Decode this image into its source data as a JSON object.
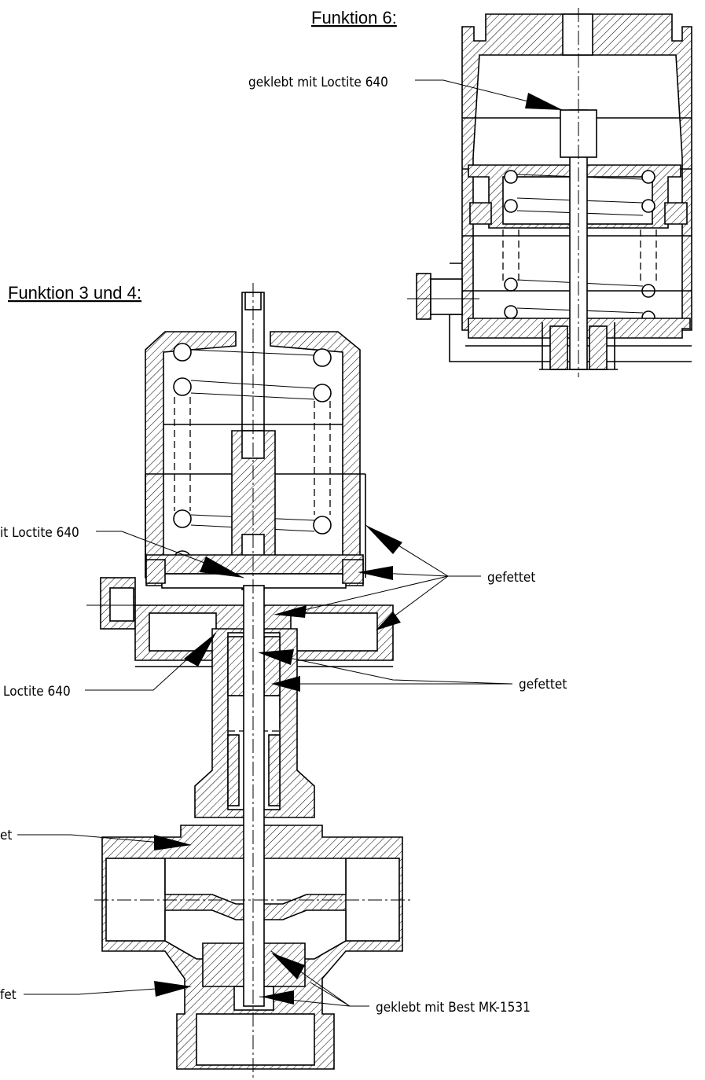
{
  "headings": {
    "funktion6": "Funktion 6:",
    "funktion34": "Funktion 3 und 4:"
  },
  "labels": {
    "f6_loctite": "geklebt mit Loctite 640",
    "loctite_upper_left": "it Loctite 640",
    "gefettet_1": "gefettet",
    "gefettet_2": "gefettet",
    "loctite_lower_left": "Loctite 640",
    "partial_1": "et",
    "partial_2": "fet",
    "best": "geklebt mit Best MK-1531"
  },
  "colors": {
    "ink": "#000000",
    "paper": "#ffffff"
  }
}
